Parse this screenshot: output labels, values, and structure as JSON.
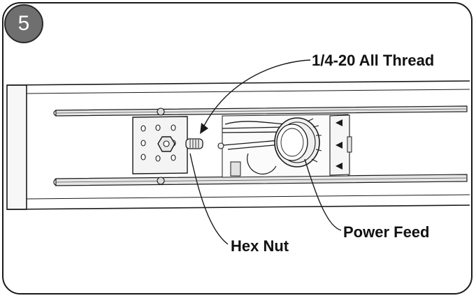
{
  "step": {
    "number": "5"
  },
  "callouts": {
    "thread": "1/4-20 All Thread",
    "hex_nut": "Hex Nut",
    "power_feed": "Power Feed"
  },
  "colors": {
    "badge_fill": "#6f6f6f",
    "line": "#1a1a1a",
    "metal_light": "#f2f2f2",
    "metal_mid": "#d9d9d9"
  }
}
